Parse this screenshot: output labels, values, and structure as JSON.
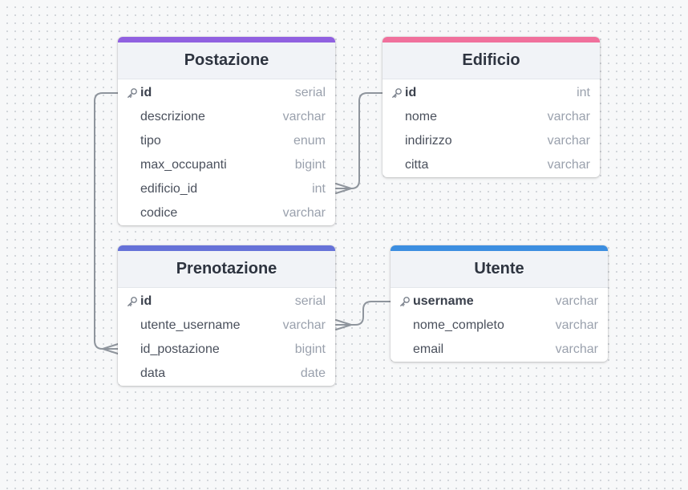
{
  "colors": {
    "background": "#f7f8f9",
    "connector": "#8f959d",
    "postazione_accent": "#9060e0",
    "edificio_accent": "#f0709c",
    "prenotazione_accent": "#6672d8",
    "utente_accent": "#3c8ee0"
  },
  "tables": {
    "postazione": {
      "title": "Postazione",
      "columns": [
        {
          "name": "id",
          "type": "serial",
          "pk": true
        },
        {
          "name": "descrizione",
          "type": "varchar"
        },
        {
          "name": "tipo",
          "type": "enum"
        },
        {
          "name": "max_occupanti",
          "type": "bigint"
        },
        {
          "name": "edificio_id",
          "type": "int"
        },
        {
          "name": "codice",
          "type": "varchar"
        }
      ]
    },
    "edificio": {
      "title": "Edificio",
      "columns": [
        {
          "name": "id",
          "type": "int",
          "pk": true
        },
        {
          "name": "nome",
          "type": "varchar"
        },
        {
          "name": "indirizzo",
          "type": "varchar"
        },
        {
          "name": "citta",
          "type": "varchar"
        }
      ]
    },
    "prenotazione": {
      "title": "Prenotazione",
      "columns": [
        {
          "name": "id",
          "type": "serial",
          "pk": true
        },
        {
          "name": "utente_username",
          "type": "varchar"
        },
        {
          "name": "id_postazione",
          "type": "bigint"
        },
        {
          "name": "data",
          "type": "date"
        }
      ]
    },
    "utente": {
      "title": "Utente",
      "columns": [
        {
          "name": "username",
          "type": "varchar",
          "pk": true
        },
        {
          "name": "nome_completo",
          "type": "varchar"
        },
        {
          "name": "email",
          "type": "varchar"
        }
      ]
    }
  },
  "relationships": [
    {
      "from": "postazione.edificio_id",
      "to": "edificio.id",
      "cardinality": "many-to-one"
    },
    {
      "from": "prenotazione.utente_username",
      "to": "utente.username",
      "cardinality": "many-to-one"
    },
    {
      "from": "prenotazione.id_postazione",
      "to": "postazione.id",
      "cardinality": "many-to-one"
    }
  ],
  "icons": {
    "primary_key": "key-icon"
  }
}
